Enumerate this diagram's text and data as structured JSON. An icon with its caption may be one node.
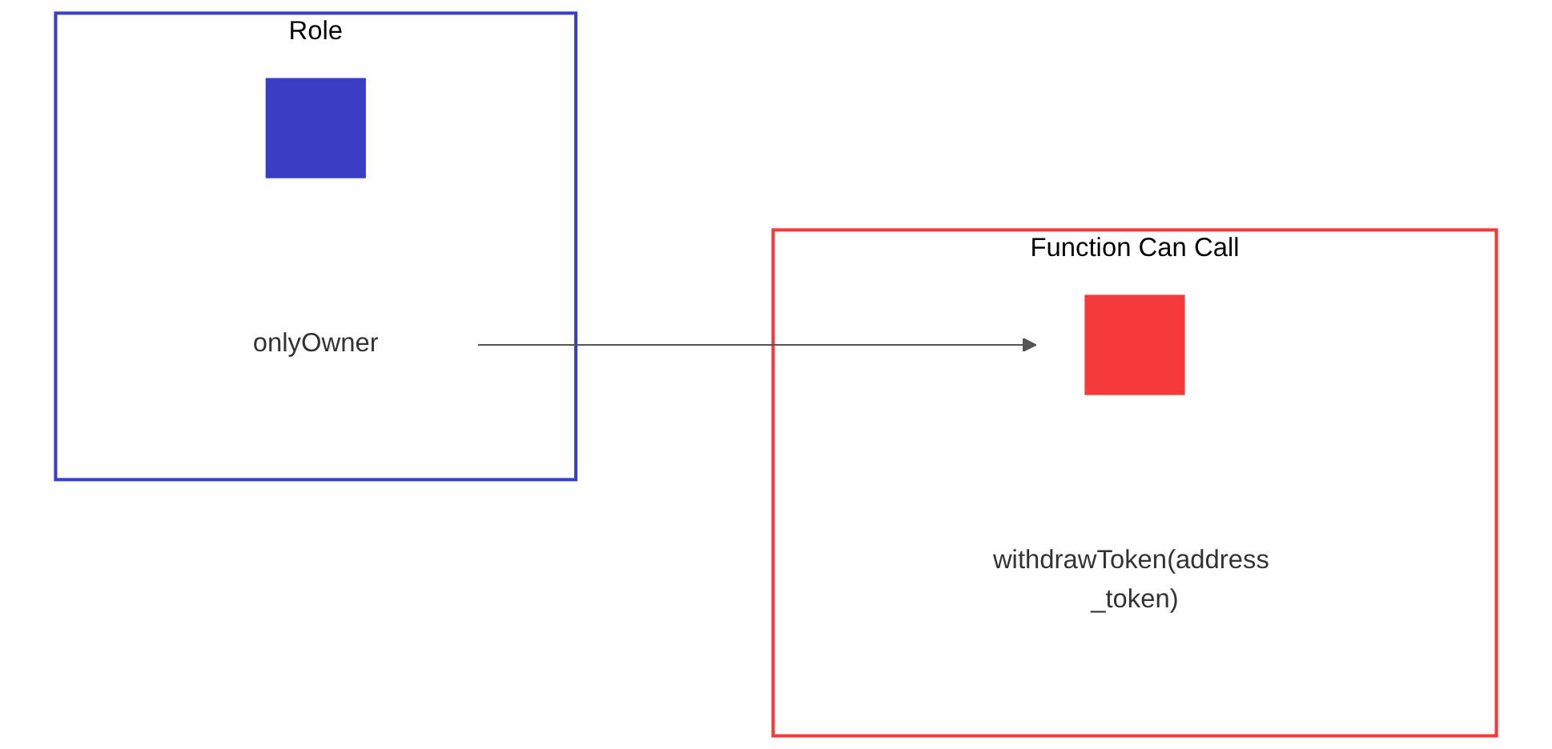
{
  "diagram": {
    "nodes": [
      {
        "text": [
          "Role"
        ]
      },
      {
        "text": [],
        "shape": "box",
        "in": 0
      },
      {
        "text": [
          "onlyOwner"
        ],
        "in": 0
      },
      {
        "text": [
          "Function Can Call"
        ]
      },
      {
        "text": [],
        "shape": "box",
        "in": 3
      },
      {
        "text": [
          "withdrawToken(address _token)"
        ],
        "in": 3
      }
    ],
    "edges": [
      {
        "from": 2,
        "to": 4,
        "arrow": "to"
      }
    ]
  }
}
